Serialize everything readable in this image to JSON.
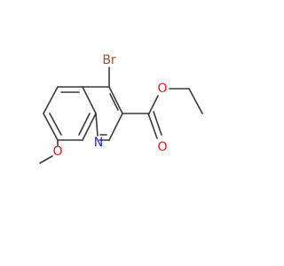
{
  "molecule": {
    "atoms": {
      "br": {
        "label": "Br",
        "color": "#a0522d"
      },
      "n": {
        "label": "N",
        "color": "#1f2bd6"
      },
      "o_carbonyl": {
        "label": "O",
        "color": "#e01b1b"
      },
      "o_ester": {
        "label": "O",
        "color": "#e01b1b"
      },
      "o_methoxy": {
        "label": "O",
        "color": "#e01b1b"
      }
    },
    "bond_color": "#3a3a3a"
  }
}
